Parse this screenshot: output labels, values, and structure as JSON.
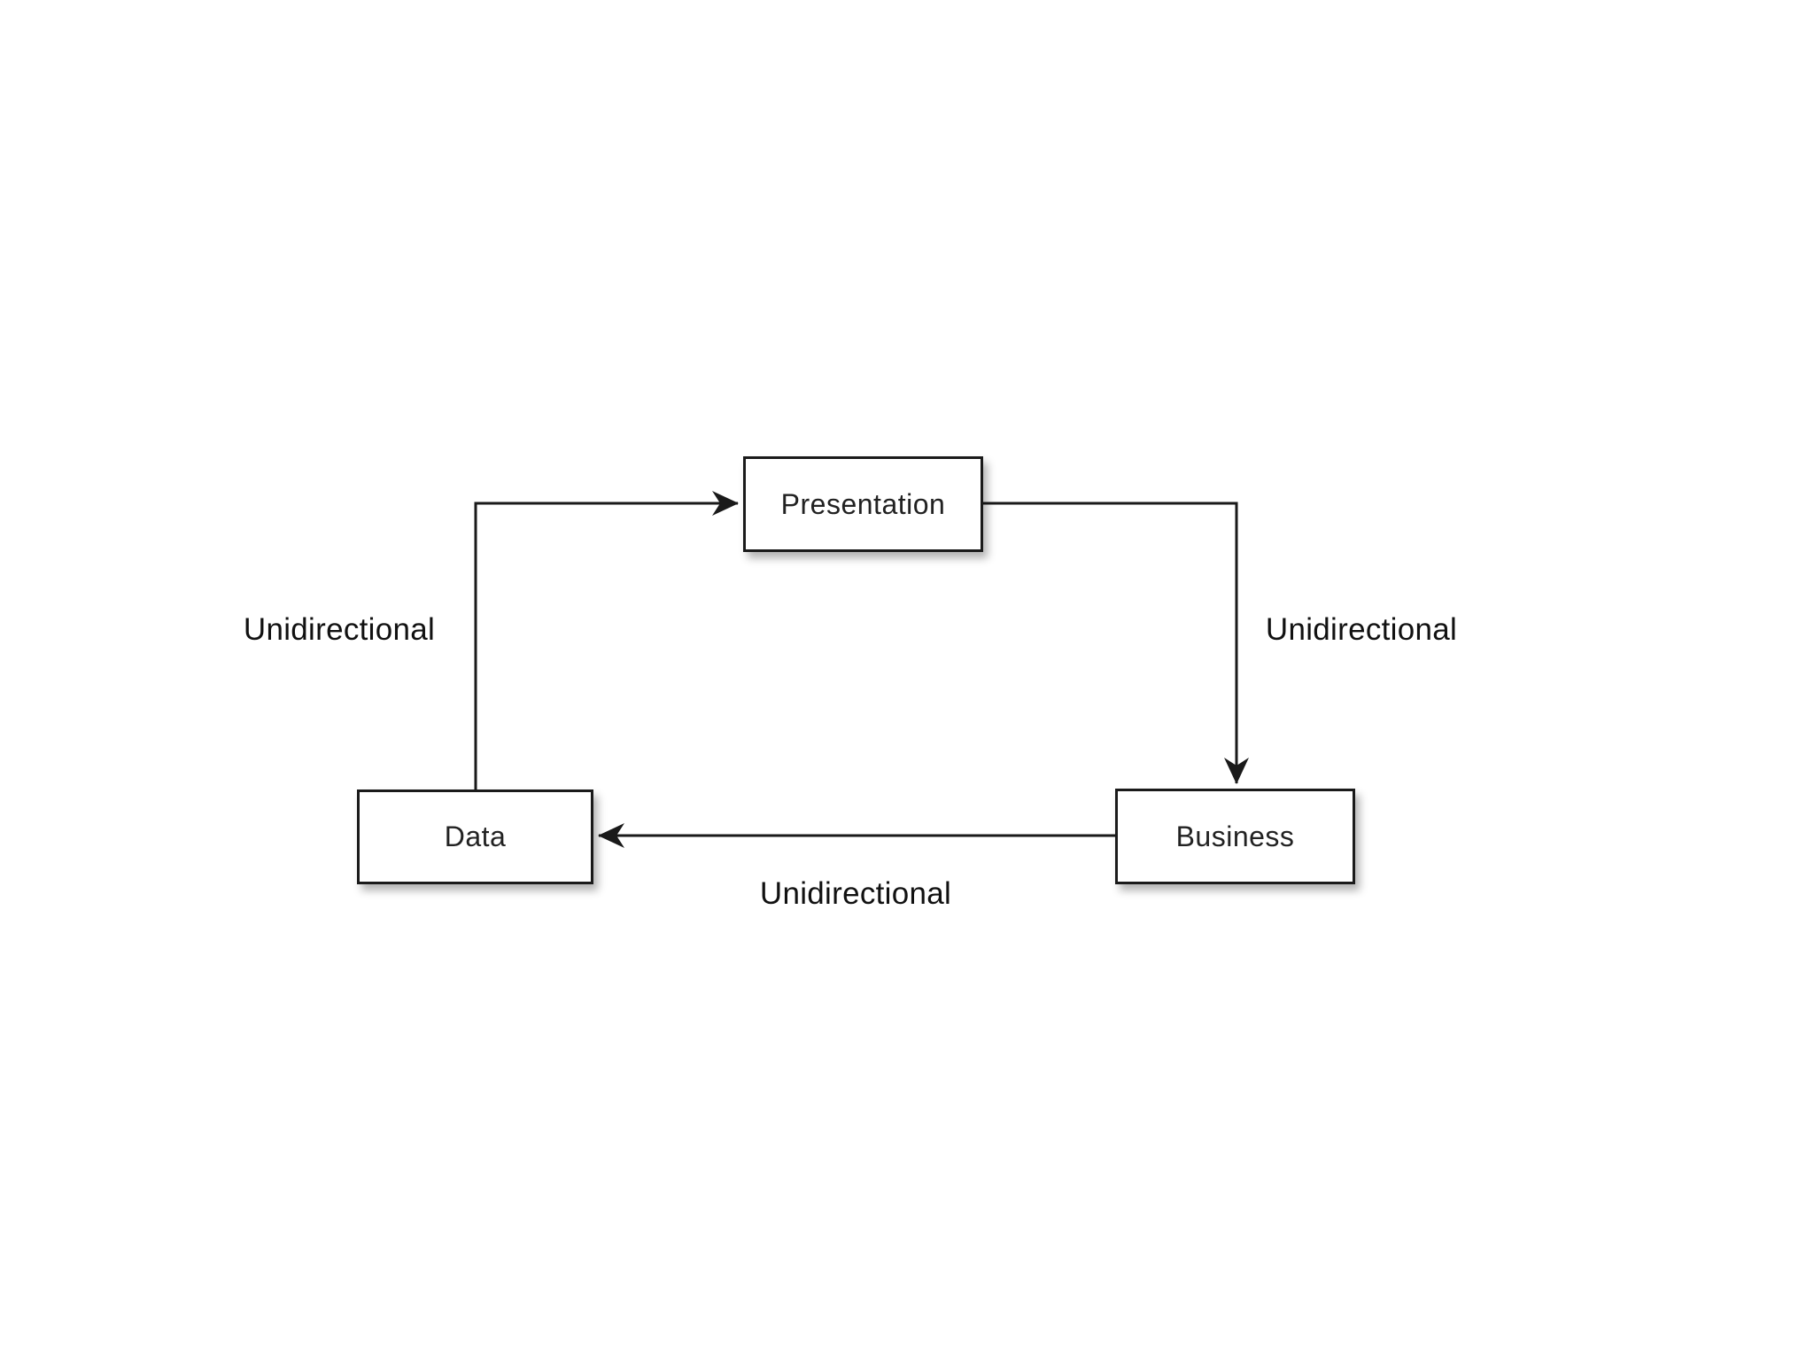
{
  "diagram": {
    "nodes": {
      "presentation": {
        "label": "Presentation"
      },
      "data": {
        "label": "Data"
      },
      "business": {
        "label": "Business"
      }
    },
    "edges": {
      "data_to_presentation": {
        "label": "Unidirectional",
        "direction": "up-then-right"
      },
      "presentation_to_business": {
        "label": "Unidirectional",
        "direction": "right-then-down"
      },
      "business_to_data": {
        "label": "Unidirectional",
        "direction": "left"
      }
    },
    "colors": {
      "background": "#ffffff",
      "line": "#1a1a1a",
      "box_fill": "#ffffff",
      "box_border": "#1a1a1a",
      "text": "#222222"
    }
  }
}
